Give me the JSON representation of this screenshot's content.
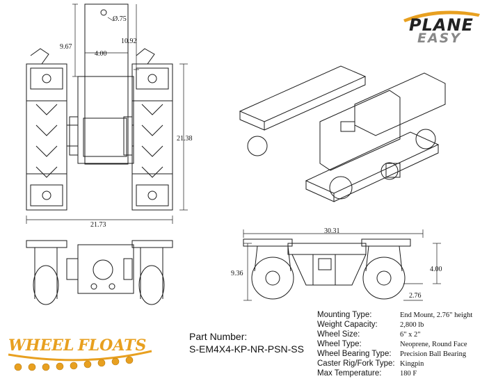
{
  "brand": {
    "plane_easy_top": "PLANE",
    "plane_easy_bottom": "EASY",
    "wheel_floats_a": "WHEEL",
    "wheel_floats_b": "FLOATS"
  },
  "dimensions": {
    "pin_hole": "Ø.75",
    "height_top_9_67": "9.67",
    "height_top_10_92": "10.92",
    "inner_width": "4.00",
    "overall_length": "21.38",
    "overall_width": "21.73",
    "side_length": "30.31",
    "side_height": "9.36",
    "side_mount": "4.00",
    "side_clearance": "2.76"
  },
  "part": {
    "label": "Part Number:",
    "number": "S-EM4X4-KP-NR-PSN-SS"
  },
  "specs": [
    {
      "label": "Mounting Type:",
      "value": "End Mount, 2.76\" height"
    },
    {
      "label": "Weight Capacity:",
      "value": "2,800 lb"
    },
    {
      "label": "Wheel Size:",
      "value": "6\" x 2\""
    },
    {
      "label": "Wheel Type:",
      "value": "Neoprene, Round Face"
    },
    {
      "label": "Wheel Bearing Type:",
      "value": "Precision Ball Bearing"
    },
    {
      "label": "Caster Rig/Fork Type:",
      "value": "Kingpin"
    },
    {
      "label": "Max Temperature:",
      "value": "180 F"
    }
  ],
  "colors": {
    "line": "#1a1a1a",
    "brand_gold": "#e8a020",
    "brand_dark": "#222222"
  }
}
